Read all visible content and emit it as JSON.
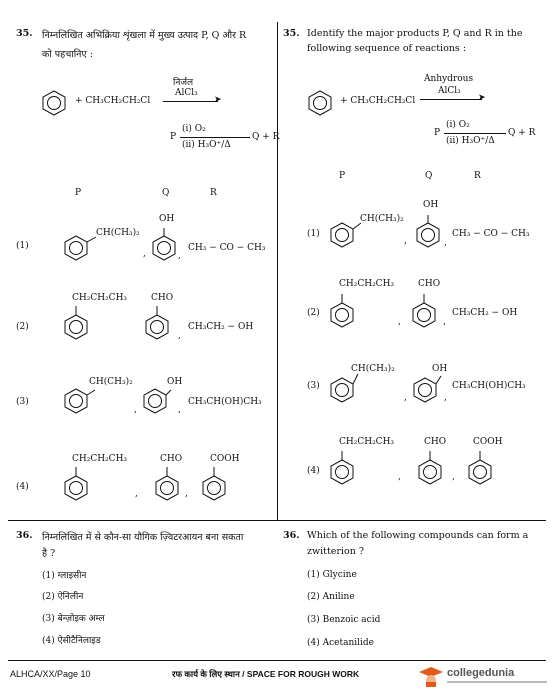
{
  "q35": {
    "number": "35.",
    "hindi_text_line1": "निम्नलिखित अभिक्रिया शृंखला में मुख्य उत्पाद P, Q और R",
    "hindi_text_line2": "को पहचानिए :",
    "english_text_line1": "Identify the major products P, Q and R in the",
    "english_text_line2": "following sequence of reactions :",
    "reagent_hindi": "निर्जल",
    "reagent_english": "Anhydrous",
    "catalyst": "AlCl₃",
    "reactant": "+ CH₃CH₂CH₂Cl",
    "step2_reagent1": "(i) O₂",
    "step2_reagent2": "(ii) H₃O⁺/Δ",
    "step2_reactant": "P",
    "step2_products": "Q + R",
    "headers": [
      "P",
      "Q",
      "R"
    ],
    "options": [
      {
        "label": "(1)",
        "p_sub": "CH(CH₃)₂",
        "q_sub": "OH",
        "r": "CH₃ − CO − CH₃"
      },
      {
        "label": "(2)",
        "p_sub": "CH₂CH₂CH₃",
        "q_sub": "CHO",
        "r": "CH₃CH₂ − OH"
      },
      {
        "label": "(3)",
        "p_sub": "CH(CH₃)₂",
        "q_sub": "OH",
        "r": "CH₃CH(OH)CH₃"
      },
      {
        "label": "(4)",
        "p_sub": "CH₂CH₂CH₃",
        "q_sub": "CHO",
        "r_sub": "COOH"
      }
    ],
    "comma": ","
  },
  "q36": {
    "number": "36.",
    "hindi_text_line1": "निम्नलिखित में से कौन-सा यौगिक ज़्विटरआयन बना सकता",
    "hindi_text_line2": "है ?",
    "english_text_line1": "Which of the following compounds can form a",
    "english_text_line2": "zwitterion ?",
    "hindi_options": [
      "(1)  ग्लाइसीन",
      "(2)  ऐनिलीन",
      "(3)  बेन्ज़ोइक अम्ल",
      "(4)  ऐसीटैनिलाइड"
    ],
    "english_options": [
      "(1)  Glycine",
      "(2)  Aniline",
      "(3)  Benzoic acid",
      "(4)  Acetanilide"
    ]
  },
  "footer": {
    "page": "ALHCA/XX/Page 10",
    "rough": "रफ कार्य के लिए स्थान / SPACE FOR ROUGH WORK",
    "brand": "collegedunia"
  }
}
